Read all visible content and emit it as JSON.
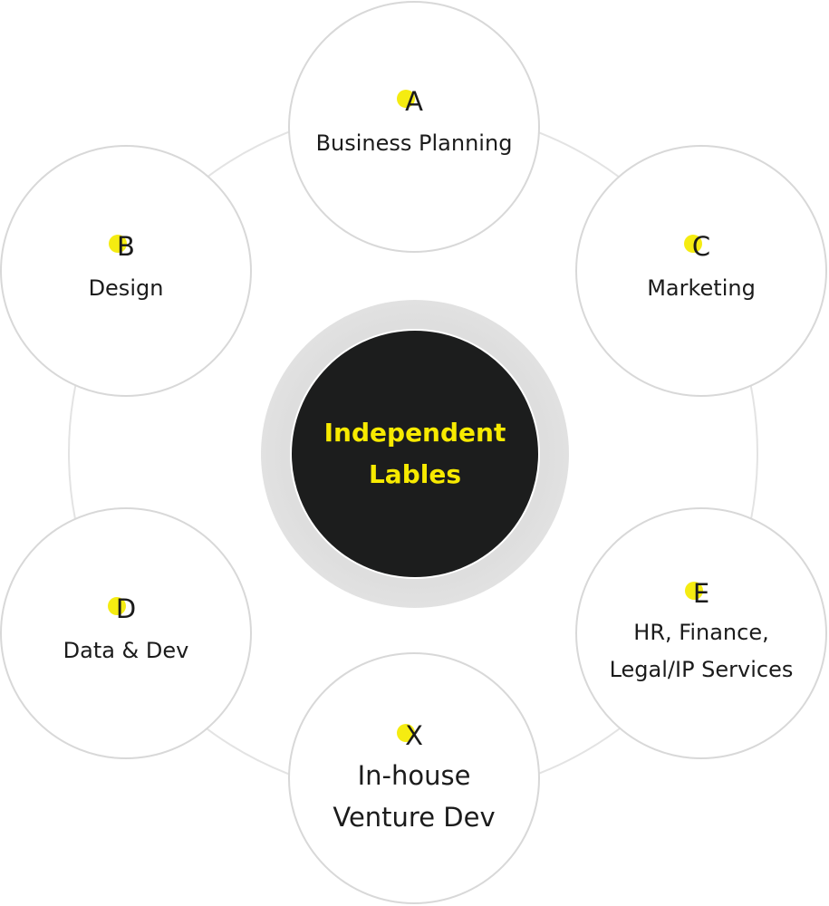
{
  "center": {
    "line1": "Independent",
    "line2": "Lables"
  },
  "nodes": {
    "a": {
      "letter": "A",
      "label": "Business Planning"
    },
    "b": {
      "letter": "B",
      "label": "Design"
    },
    "c": {
      "letter": "C",
      "label": "Marketing"
    },
    "d": {
      "letter": "D",
      "label": "Data & Dev"
    },
    "e": {
      "letter": "E",
      "label_line1": "HR, Finance,",
      "label_line2": "Legal/IP Services"
    },
    "x": {
      "letter": "X",
      "label_line1": "In-house",
      "label_line2": "Venture Dev"
    }
  },
  "colors": {
    "accent": "#f5ec11",
    "center_text": "#f7ea00",
    "center_fill": "#1c1d1d",
    "ring": "#e3e3e3",
    "node_border": "#d8d8d8",
    "text": "#1b1b1b"
  }
}
